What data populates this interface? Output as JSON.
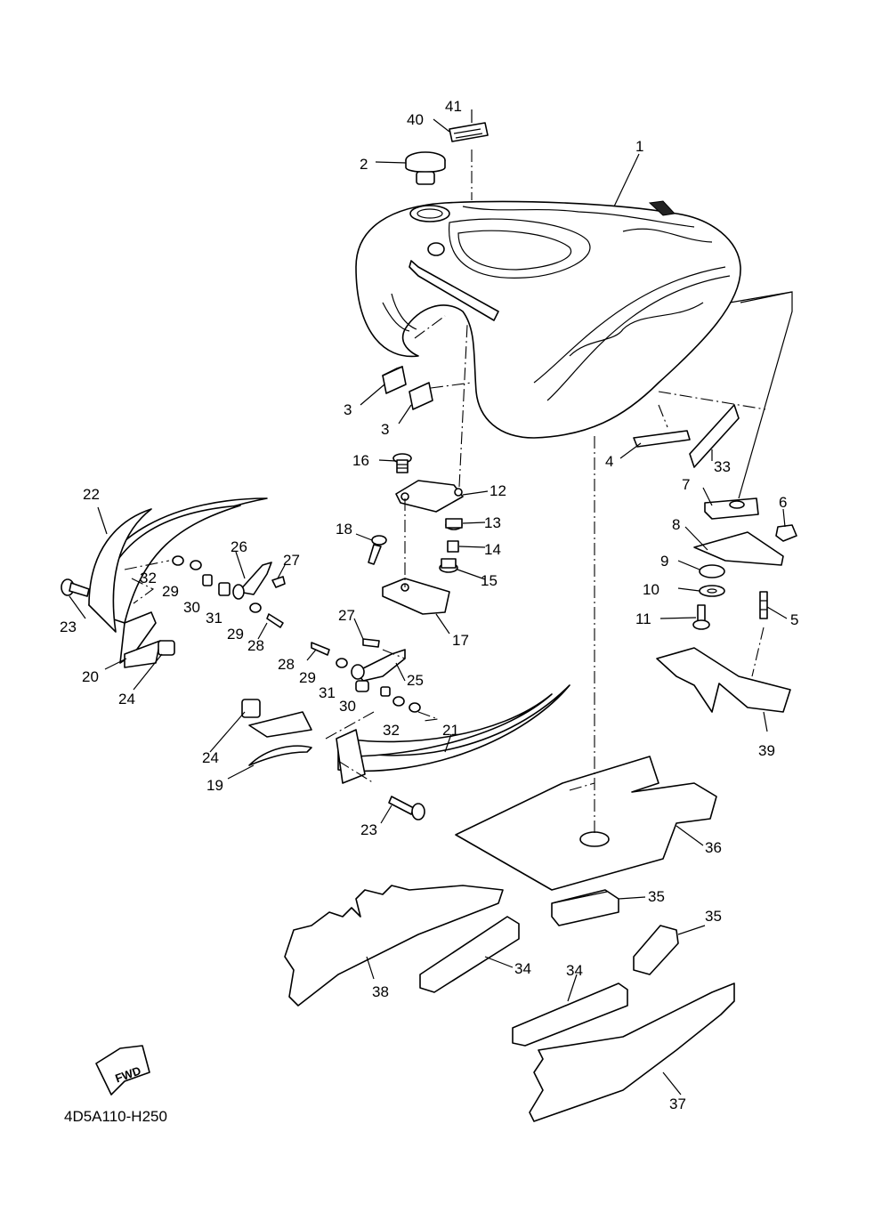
{
  "diagram": {
    "code": "4D5A110-H250",
    "fwd_label": "FWD",
    "callouts": [
      {
        "id": "c1",
        "label": "1"
      },
      {
        "id": "c2",
        "label": "2"
      },
      {
        "id": "c3a",
        "label": "3"
      },
      {
        "id": "c3b",
        "label": "3"
      },
      {
        "id": "c4",
        "label": "4"
      },
      {
        "id": "c5",
        "label": "5"
      },
      {
        "id": "c6",
        "label": "6"
      },
      {
        "id": "c7",
        "label": "7"
      },
      {
        "id": "c8",
        "label": "8"
      },
      {
        "id": "c9",
        "label": "9"
      },
      {
        "id": "c10",
        "label": "10"
      },
      {
        "id": "c11",
        "label": "11"
      },
      {
        "id": "c12",
        "label": "12"
      },
      {
        "id": "c13",
        "label": "13"
      },
      {
        "id": "c14",
        "label": "14"
      },
      {
        "id": "c15",
        "label": "15"
      },
      {
        "id": "c16",
        "label": "16"
      },
      {
        "id": "c17",
        "label": "17"
      },
      {
        "id": "c18",
        "label": "18"
      },
      {
        "id": "c19",
        "label": "19"
      },
      {
        "id": "c20",
        "label": "20"
      },
      {
        "id": "c21",
        "label": "21"
      },
      {
        "id": "c22",
        "label": "22"
      },
      {
        "id": "c23a",
        "label": "23"
      },
      {
        "id": "c23b",
        "label": "23"
      },
      {
        "id": "c24a",
        "label": "24"
      },
      {
        "id": "c24b",
        "label": "24"
      },
      {
        "id": "c25",
        "label": "25"
      },
      {
        "id": "c26",
        "label": "26"
      },
      {
        "id": "c27a",
        "label": "27"
      },
      {
        "id": "c27b",
        "label": "27"
      },
      {
        "id": "c28a",
        "label": "28"
      },
      {
        "id": "c28b",
        "label": "28"
      },
      {
        "id": "c29a",
        "label": "29"
      },
      {
        "id": "c29b",
        "label": "29"
      },
      {
        "id": "c29c",
        "label": "29"
      },
      {
        "id": "c30a",
        "label": "30"
      },
      {
        "id": "c30b",
        "label": "30"
      },
      {
        "id": "c31a",
        "label": "31"
      },
      {
        "id": "c31b",
        "label": "31"
      },
      {
        "id": "c32a",
        "label": "32"
      },
      {
        "id": "c32b",
        "label": "32"
      },
      {
        "id": "c33",
        "label": "33"
      },
      {
        "id": "c34a",
        "label": "34"
      },
      {
        "id": "c34b",
        "label": "34"
      },
      {
        "id": "c35a",
        "label": "35"
      },
      {
        "id": "c35b",
        "label": "35"
      },
      {
        "id": "c36",
        "label": "36"
      },
      {
        "id": "c37",
        "label": "37"
      },
      {
        "id": "c38",
        "label": "38"
      },
      {
        "id": "c39",
        "label": "39"
      },
      {
        "id": "c40",
        "label": "40"
      },
      {
        "id": "c41",
        "label": "41"
      }
    ]
  }
}
